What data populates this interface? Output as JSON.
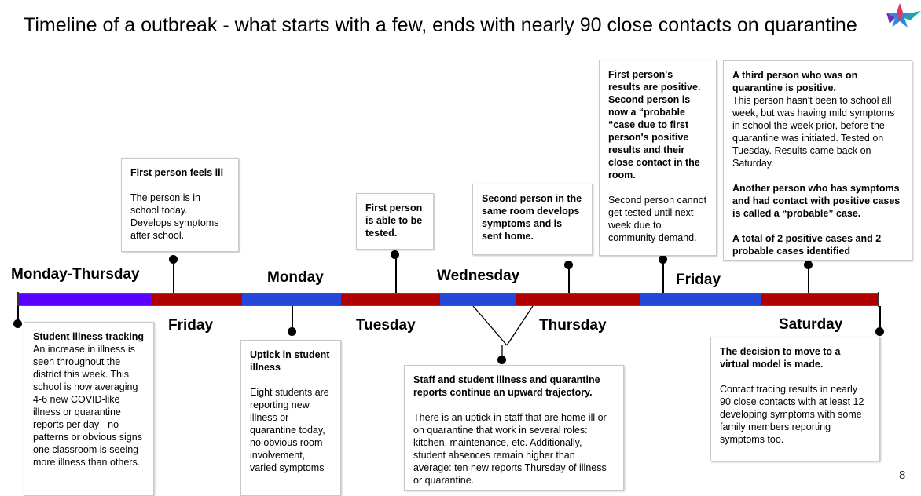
{
  "title": "Timeline of a outbreak - what starts with a few, ends with nearly 90 close contacts on quarantine",
  "page_number": "8",
  "colors": {
    "red": "#b00000",
    "blue": "#2448d8",
    "purple": "#5a00ff"
  },
  "days": {
    "mon_thu": "Monday-Thursday",
    "friday1": "Friday",
    "monday": "Monday",
    "tuesday": "Tuesday",
    "wednesday": "Wednesday",
    "thursday": "Thursday",
    "friday2": "Friday",
    "saturday": "Saturday"
  },
  "boxes": {
    "b1": {
      "heading": "Student illness tracking",
      "body": "An increase in illness is seen throughout the district this week. This school is now averaging 4-6 new COVID-like illness or quarantine reports per day - no patterns or obvious signs one classroom is seeing more illness than others."
    },
    "b2": {
      "heading": "First person feels ill",
      "body": "The person is in school today. Develops symptoms after school."
    },
    "b3": {
      "heading": "Uptick in student illness",
      "body": "Eight students are reporting new illness or quarantine today, no obvious room involvement, varied symptoms"
    },
    "b4": {
      "heading": "First person is able to be tested."
    },
    "b5": {
      "heading": "Second person in the same room develops symptoms and is sent home."
    },
    "b6": {
      "heading": "Staff and student illness and quarantine reports continue an upward trajectory.",
      "body": "There is an uptick in staff that are home ill or on quarantine that work in several roles: kitchen, maintenance, etc. Additionally, student absences remain higher than average: ten new reports Thursday of illness or quarantine."
    },
    "b7": {
      "heading": "First person's results are positive. Second person is now a “probable “case due to first person's positive results and their close contact in the room.",
      "body": "Second person cannot get tested until next week due to community demand."
    },
    "b8": {
      "heading": "A third person who was on quarantine is positive.",
      "body": "This person hasn't been to school all week, but was having mild symptoms in school the week prior, before the quarantine was initiated. Tested on Tuesday. Results came back on Saturday.",
      "heading2": "Another person who has symptoms and had contact with positive cases is called a “probable” case.",
      "heading3": "A total of 2 positive cases and 2 probable cases identified"
    },
    "b9": {
      "heading": "The decision to move to a virtual model is made.",
      "body": "Contact tracing results in nearly 90 close contacts with at least  12  developing symptoms with some family members reporting symptoms too."
    }
  }
}
